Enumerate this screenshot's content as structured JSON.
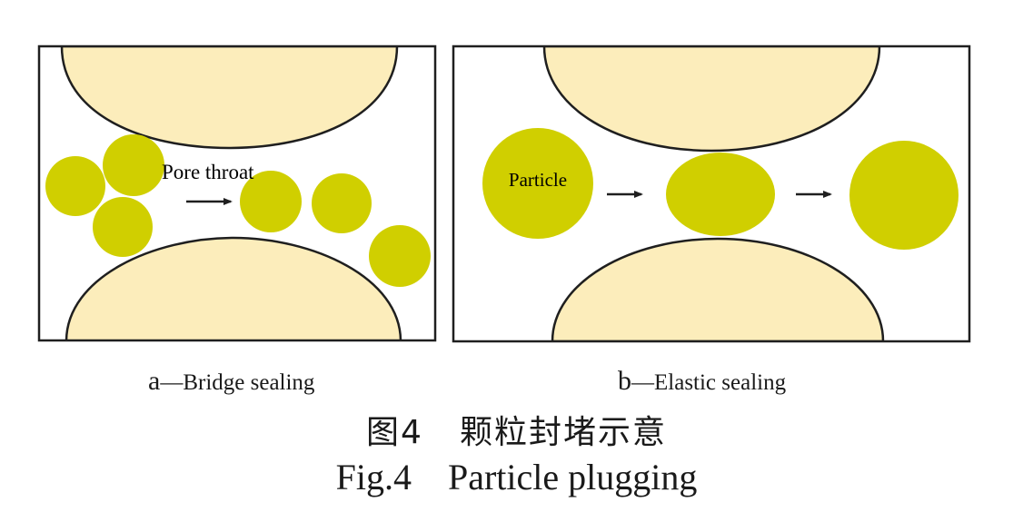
{
  "colors": {
    "grain_fill": "#fcedbb",
    "particle_fill": "#d0cf00",
    "outline": "#1f1f1f"
  },
  "panel_a": {
    "annotation": "Pore throat",
    "letter": "a",
    "dash": "—",
    "caption": "Bridge sealing"
  },
  "panel_b": {
    "annotation": "Particle",
    "letter": "b",
    "dash": "—",
    "caption": "Elastic sealing"
  },
  "caption_cn": {
    "label": "图4",
    "title": "颗粒封堵示意"
  },
  "caption_en": {
    "label": "Fig.4",
    "title": "Particle plugging"
  }
}
